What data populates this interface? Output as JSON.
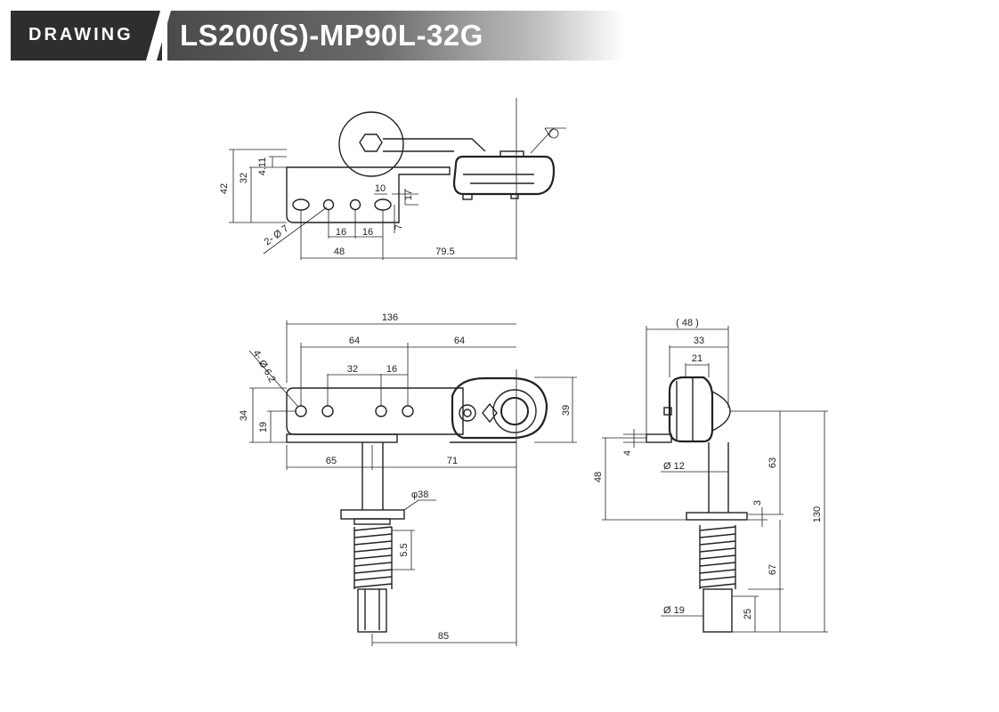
{
  "header": {
    "tag": "DRAWING",
    "title": "LS200(S)-MP90L-32G"
  },
  "top_view": {
    "dims": {
      "d42": "42",
      "d32": "32",
      "d411": "4.11",
      "d10": "10",
      "d17": "17",
      "d7": "7",
      "d16a": "16",
      "d16b": "16",
      "d48": "48",
      "d795": "79.5",
      "holes": "2- Ø 7"
    }
  },
  "front_view": {
    "dims": {
      "d136": "136",
      "d64a": "64",
      "d64b": "64",
      "d32": "32",
      "d16": "16",
      "holes": "4- Ø 6.2",
      "d34": "34",
      "d19": "19",
      "d39": "39",
      "d65": "65",
      "d71": "71",
      "d38": "φ38",
      "d55": "5.5",
      "d85": "85"
    }
  },
  "side_view": {
    "dims": {
      "d48p": "( 48 )",
      "d33": "33",
      "d21": "21",
      "d4": "4",
      "d12": "Ø 12",
      "d48": "48",
      "d63": "63",
      "d3": "3",
      "d130": "130",
      "d67": "67",
      "d19": "Ø 19",
      "d25": "25"
    }
  }
}
